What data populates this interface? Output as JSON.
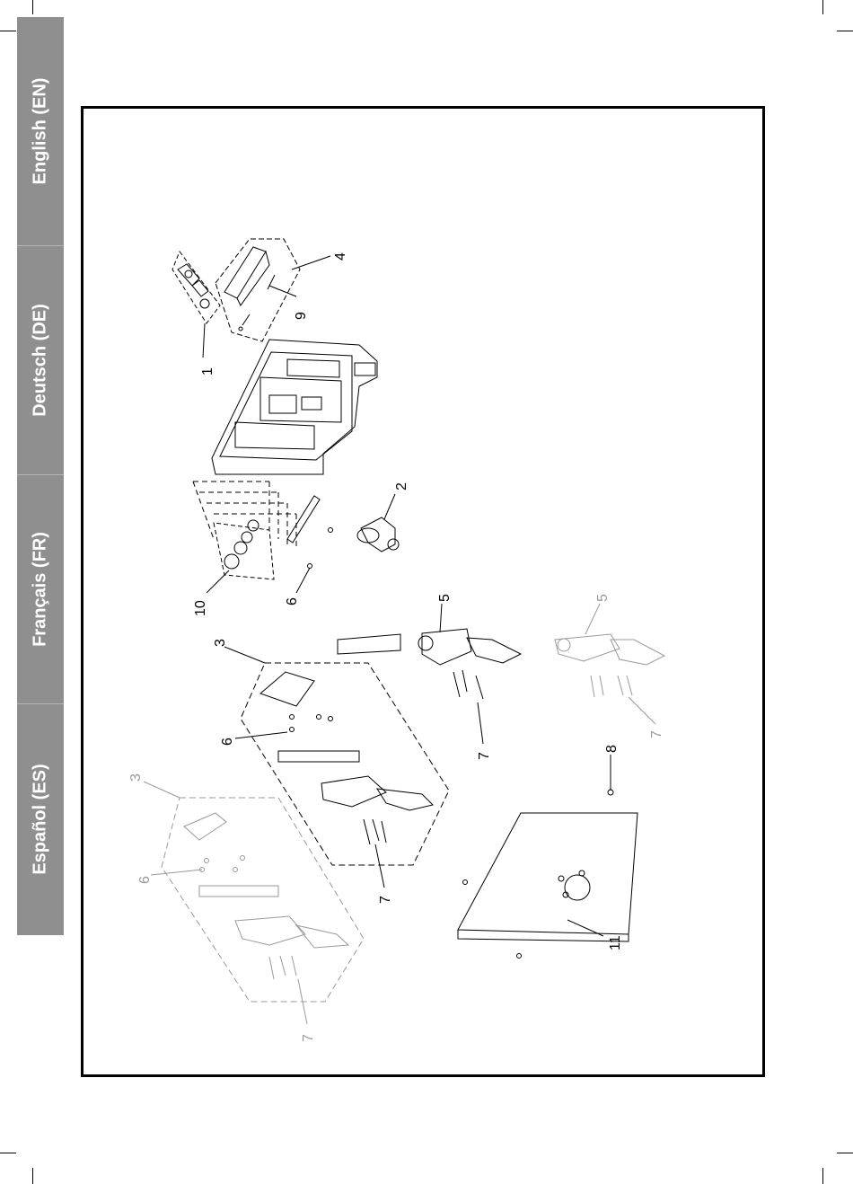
{
  "language_tabs": [
    {
      "label": "English (EN)"
    },
    {
      "label": "Deutsch (DE)"
    },
    {
      "label": "Français (FR)"
    },
    {
      "label": "Español (ES)"
    }
  ],
  "callouts": {
    "c1": "1",
    "c2": "2",
    "c3": "3",
    "c3b": "3",
    "c4": "4",
    "c5": "5",
    "c5b": "5",
    "c6a": "6",
    "c6b": "6",
    "c6c": "6",
    "c7a": "7",
    "c7b": "7",
    "c7c": "7",
    "c7d": "7",
    "c8": "8",
    "c9": "9",
    "c10": "10",
    "c11": "11"
  },
  "colors": {
    "tab_bg": "#8f8f8f",
    "tab_text": "#ffffff",
    "frame": "#000000",
    "ghost": "#9a9a9a"
  }
}
